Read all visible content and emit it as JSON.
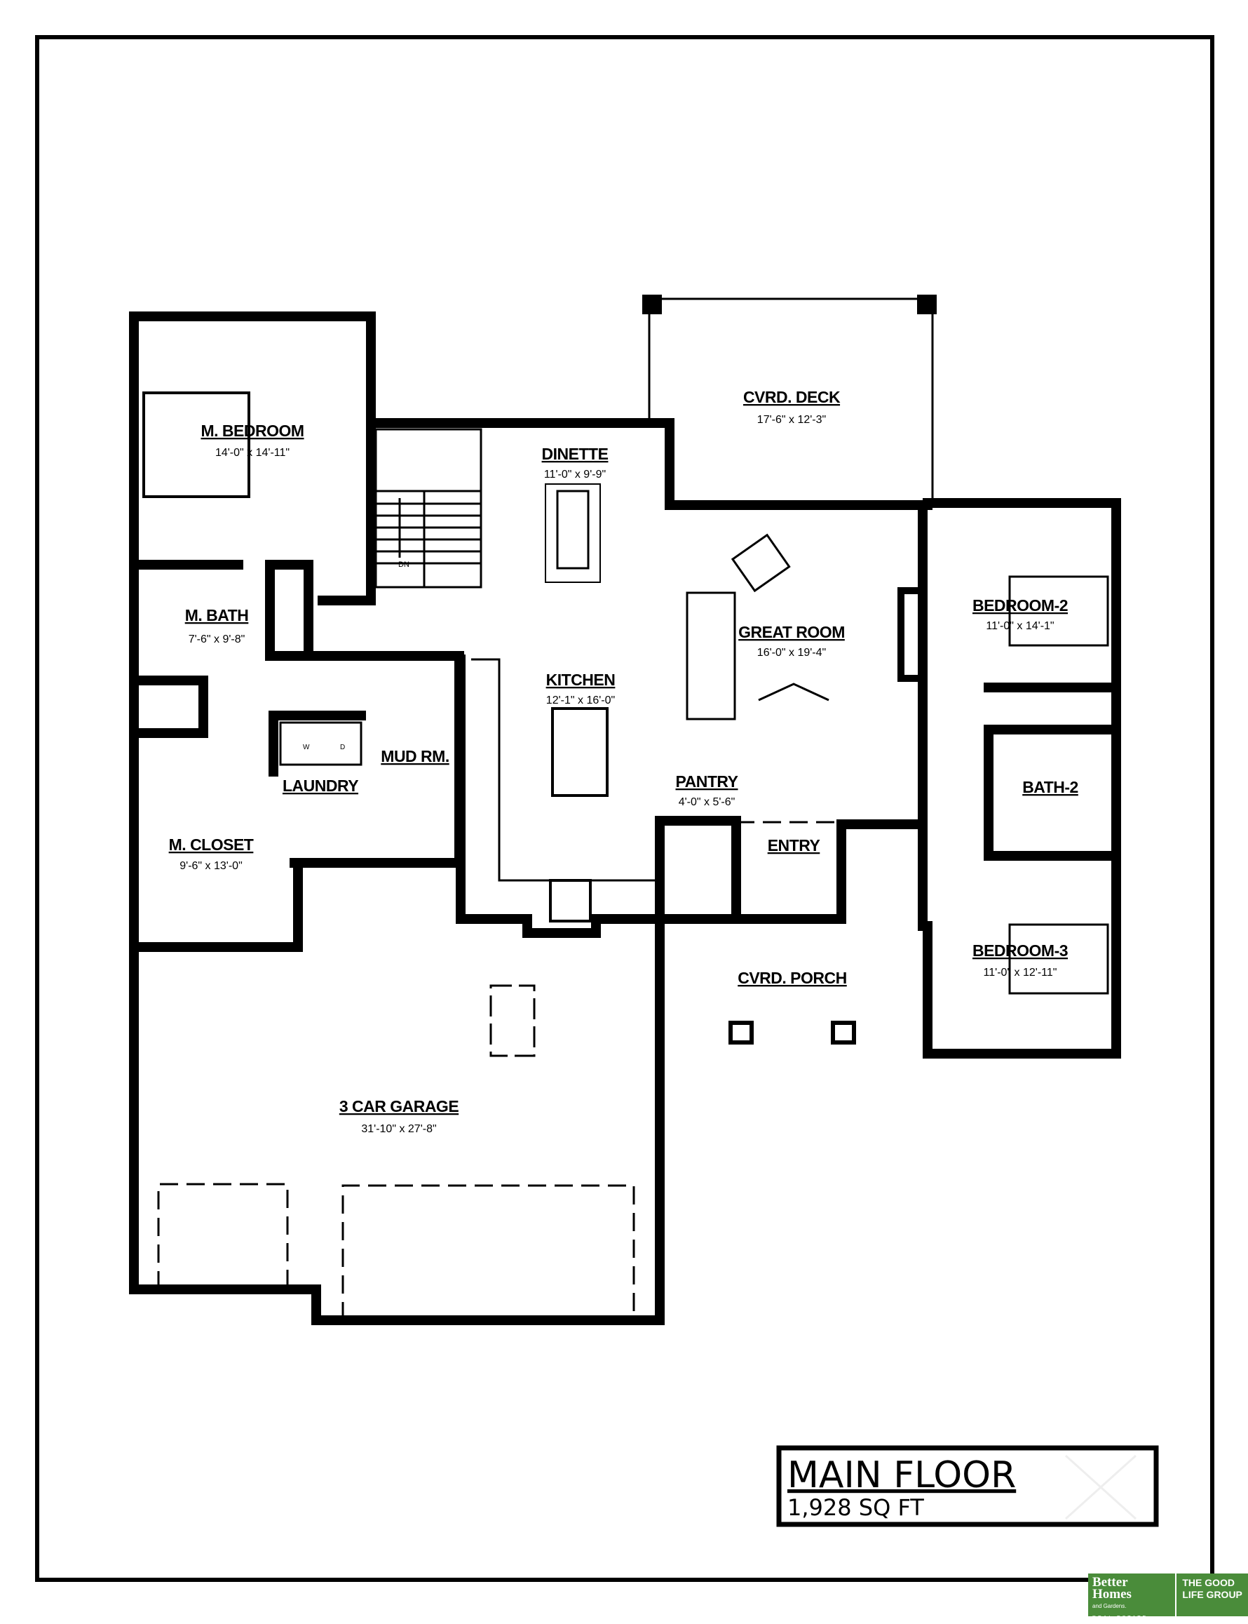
{
  "plan": {
    "rooms": [
      {
        "id": "cvrd-deck",
        "name": "CVRD. DECK",
        "size": "17'-6\" x 12'-3\""
      },
      {
        "id": "m-bedroom",
        "name": "M. BEDROOM",
        "size": "14'-0\" x 14'-11\""
      },
      {
        "id": "dinette",
        "name": "DINETTE",
        "size": "11'-0\" x 9'-9\""
      },
      {
        "id": "m-bath",
        "name": "M. BATH",
        "size": "7'-6\" x 9'-8\""
      },
      {
        "id": "bedroom-2",
        "name": "BEDROOM-2",
        "size": "11'-0\" x 14'-1\""
      },
      {
        "id": "great-room",
        "name": "GREAT ROOM",
        "size": "16'-0\" x 19'-4\""
      },
      {
        "id": "kitchen",
        "name": "KITCHEN",
        "size": "12'-1\" x 16'-0\""
      },
      {
        "id": "mud-rm",
        "name": "MUD RM.",
        "size": ""
      },
      {
        "id": "laundry",
        "name": "LAUNDRY",
        "size": ""
      },
      {
        "id": "pantry",
        "name": "PANTRY",
        "size": "4'-0\" x 5'-6\""
      },
      {
        "id": "bath-2",
        "name": "BATH-2",
        "size": ""
      },
      {
        "id": "m-closet",
        "name": "M. CLOSET",
        "size": "9'-6\" x 13'-0\""
      },
      {
        "id": "entry",
        "name": "ENTRY",
        "size": ""
      },
      {
        "id": "bedroom-3",
        "name": "BEDROOM-3",
        "size": "11'-0\" x 12'-11\""
      },
      {
        "id": "cvrd-porch",
        "name": "CVRD. PORCH",
        "size": ""
      },
      {
        "id": "garage",
        "name": "3 CAR GARAGE",
        "size": "31'-10\" x 27'-8\""
      }
    ],
    "stair_label": "DN",
    "washer_label": "W",
    "dryer_label": "D"
  },
  "title_block": {
    "title": "MAIN FLOOR",
    "area": "1,928 SQ FT"
  },
  "logo": {
    "brand_line1": "Better",
    "brand_line2": "Homes",
    "brand_line3": "and Gardens.",
    "brand_line4": "REAL ESTATE",
    "group": "THE GOOD LIFE GROUP",
    "color": "#4a8c3a"
  }
}
